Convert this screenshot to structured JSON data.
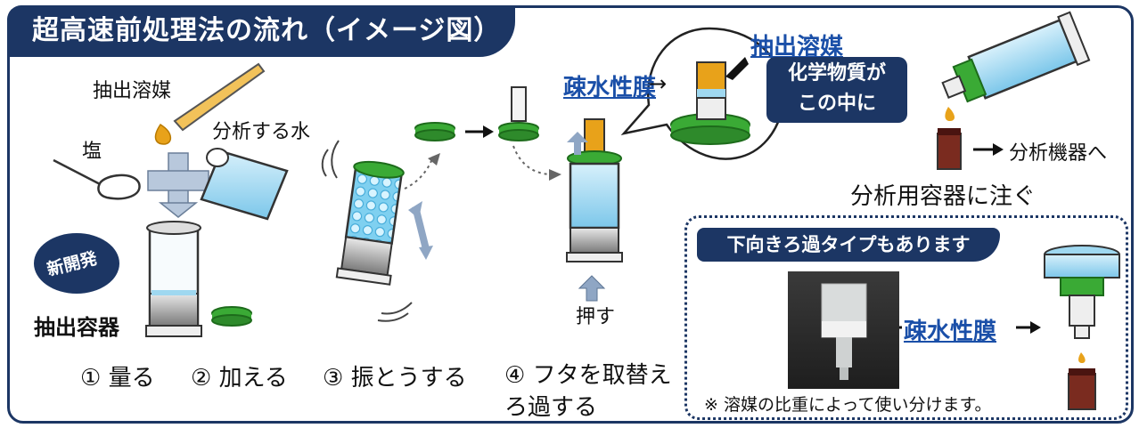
{
  "title": "超高速前処理法の流れ（イメージ図）",
  "labels": {
    "extraction_solvent": "抽出溶媒",
    "salt": "塩",
    "water_to_analyze": "分析する水",
    "new_development": "新開発",
    "extraction_container": "抽出容器",
    "hydrophobic_membrane": "疎水性膜",
    "solvent_top": "抽出溶媒",
    "chemicals_inside": "化学物質が\nこの中に",
    "to_instrument": "分析機器へ",
    "pour_container": "分析用容器に注ぐ",
    "push": "押す"
  },
  "steps": [
    "① 量る",
    "② 加える",
    "③ 振とうする",
    "④ フタを取替え\nろ過する"
  ],
  "inset": {
    "title": "下向きろ過タイプもあります",
    "membrane_label": "疎水性膜",
    "note": "※ 溶媒の比重によって使い分けます。"
  },
  "colors": {
    "navy": "#1c3664",
    "green": "#3aaa35",
    "orange": "#e8a21a",
    "light_blue": "#9fd8f0",
    "link_blue": "#1a4fa8"
  }
}
